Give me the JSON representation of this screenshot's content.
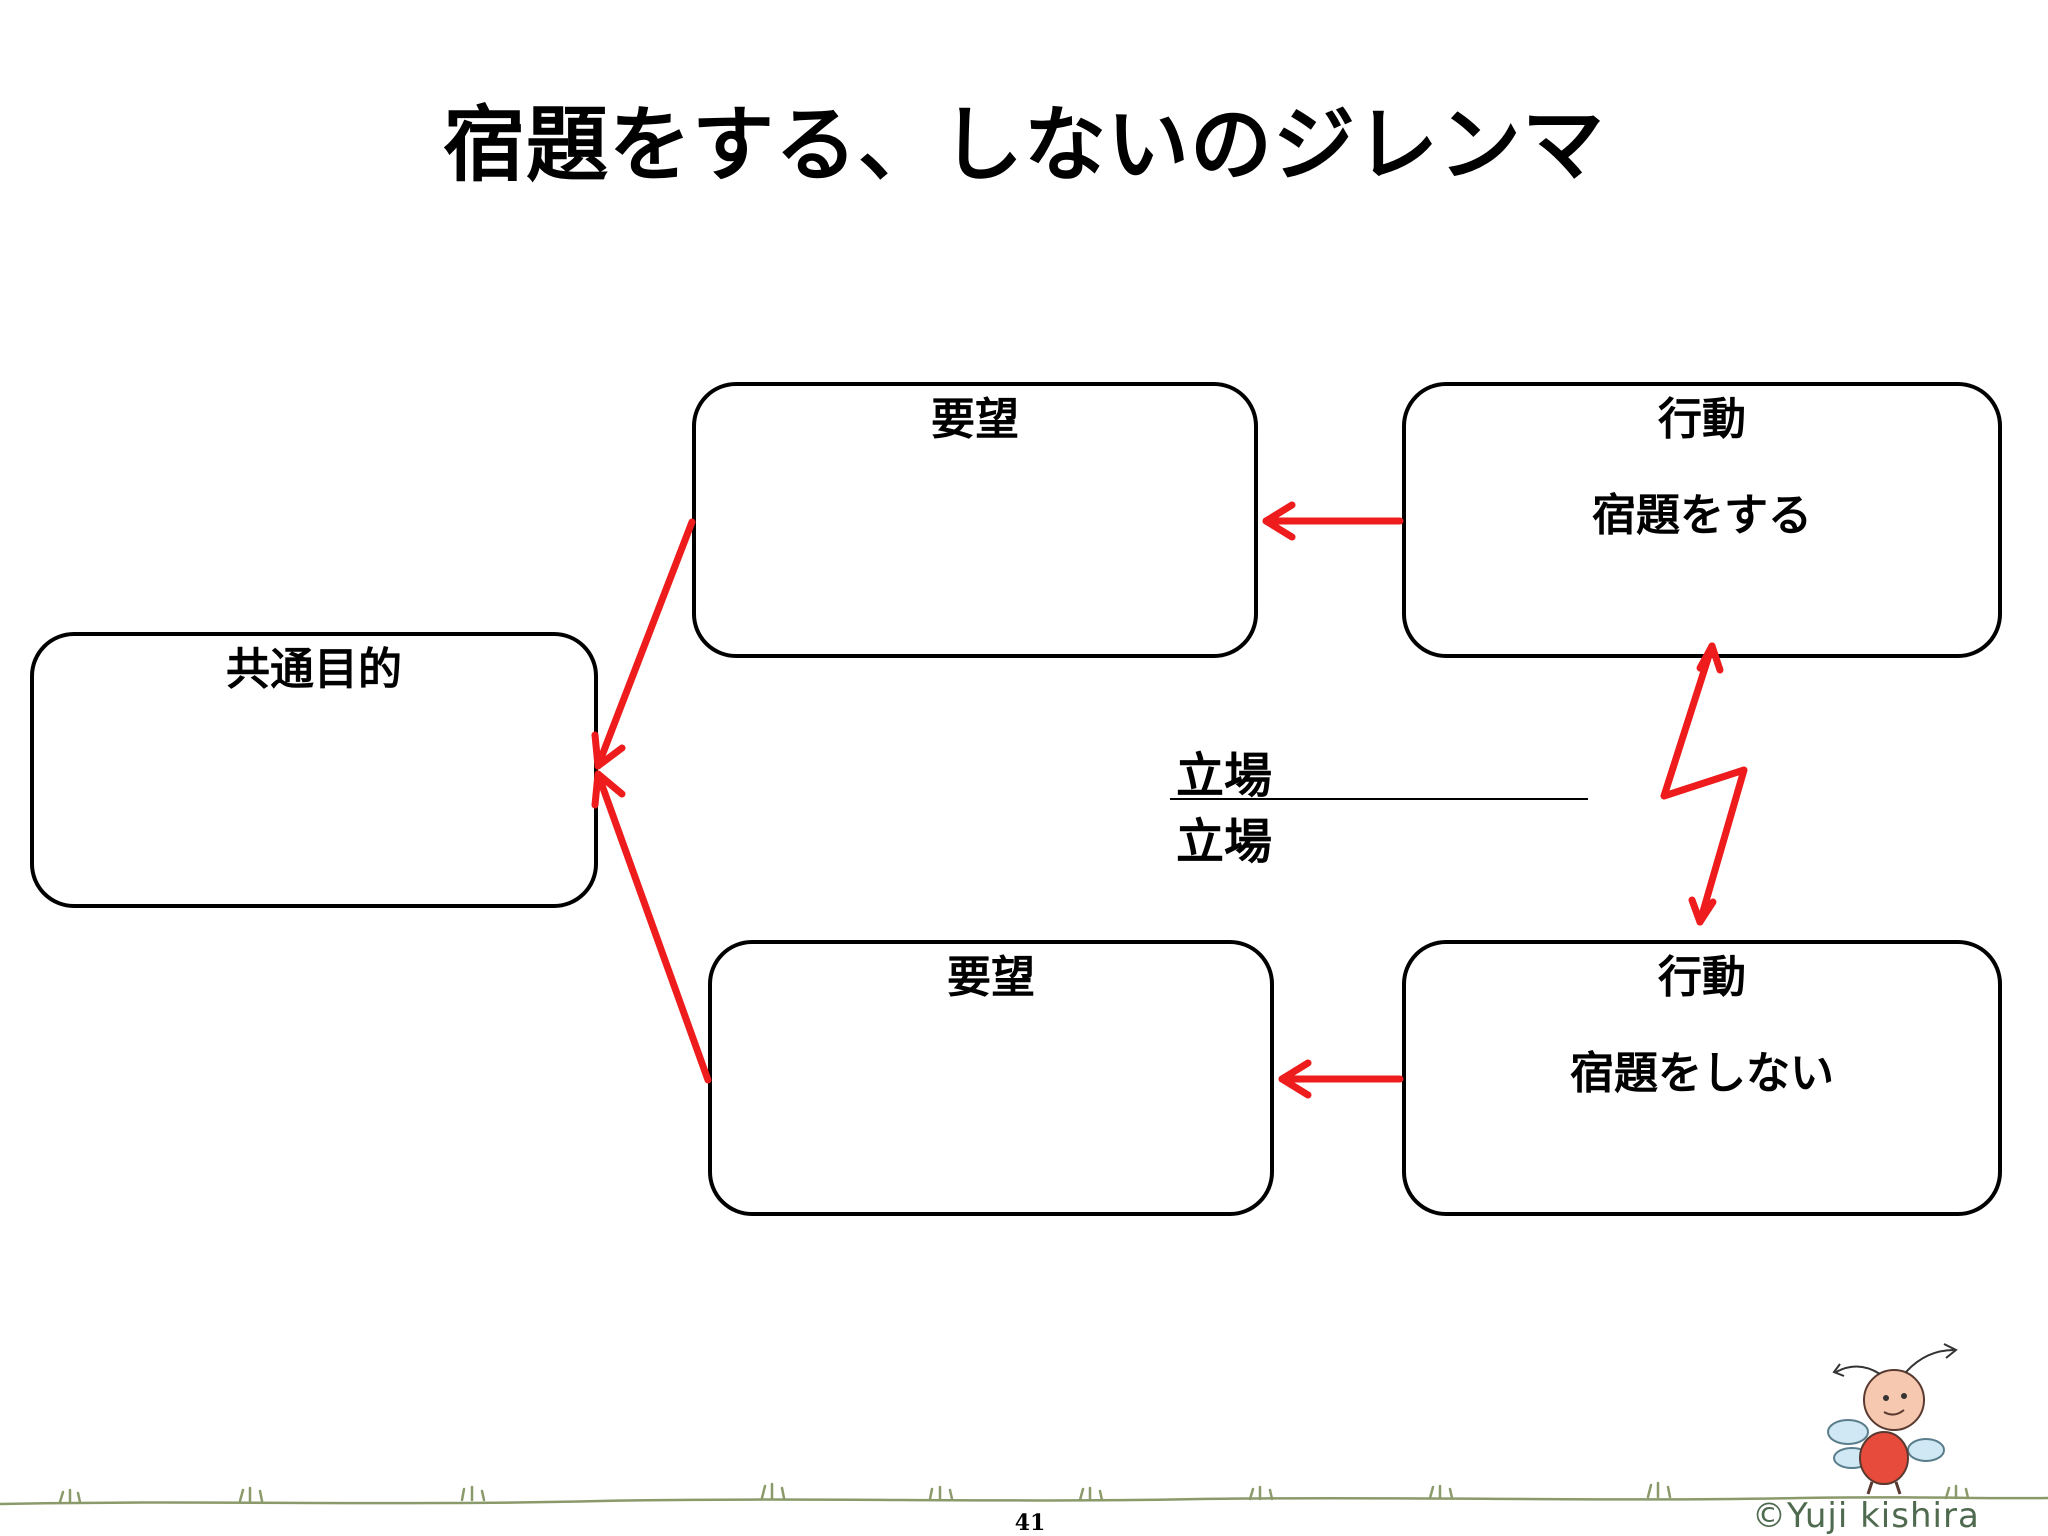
{
  "title": "宿題をする、しないのジレンマ",
  "common_goal": {
    "label": "共通目的"
  },
  "upper": {
    "need_label": "要望",
    "action_label": "行動",
    "action_text": "宿題をする"
  },
  "lower": {
    "need_label": "要望",
    "action_label": "行動",
    "action_text": "宿題をしない"
  },
  "stance": {
    "top": "立場",
    "bottom": "立場"
  },
  "footer": {
    "page_number": "41",
    "copyright": "©Yuji kishira"
  },
  "colors": {
    "arrow": "#ee1c1c",
    "box_border": "#000000",
    "grass": "#8b9a6b"
  }
}
